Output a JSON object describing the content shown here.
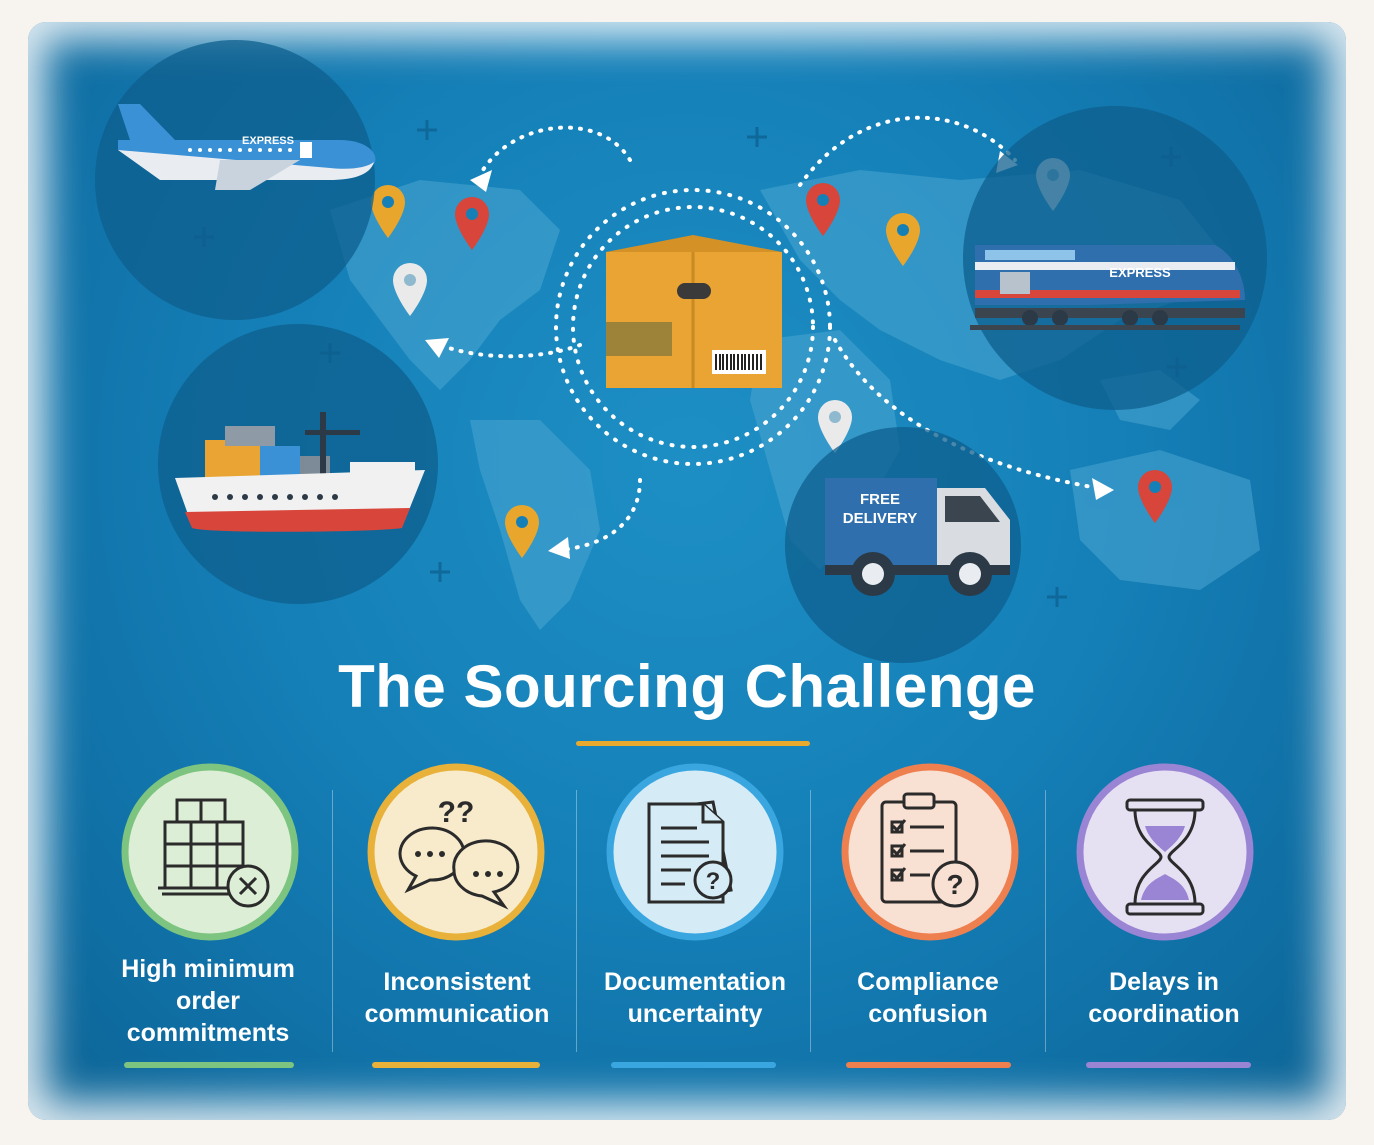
{
  "title": "The Sourcing Challenge",
  "scene": {
    "airplane_label": "EXPRESS",
    "train_label": "EXPRESS",
    "truck_label_line1": "FREE",
    "truck_label_line2": "DELIVERY"
  },
  "challenges": [
    {
      "label_lines": [
        "High minimum",
        "order",
        "commitments"
      ],
      "icon": "stacked-boxes-x-icon",
      "color": "#7cc47f",
      "fill": "#dcefd6"
    },
    {
      "label_lines": [
        "Inconsistent",
        "communication"
      ],
      "icon": "speech-bubbles-question-icon",
      "color": "#e8b13a",
      "fill": "#f7ebcc"
    },
    {
      "label_lines": [
        "Documentation",
        "uncertainty"
      ],
      "icon": "documents-question-icon",
      "color": "#3aa6e0",
      "fill": "#d5ebf6"
    },
    {
      "label_lines": [
        "Compliance",
        "confusion"
      ],
      "icon": "clipboard-checklist-question-icon",
      "color": "#ee7f4f",
      "fill": "#f8e0d3"
    },
    {
      "label_lines": [
        "Delays in",
        "coordination"
      ],
      "icon": "hourglass-icon",
      "color": "#9a84d4",
      "fill": "#e6e0f3"
    }
  ],
  "colors": {
    "background": "#1580b8",
    "title_rule": "#e9a92c",
    "box": "#e9a433",
    "pin_red": "#d8453a",
    "pin_orange": "#e8a62d",
    "pin_white": "#eaeaea"
  }
}
